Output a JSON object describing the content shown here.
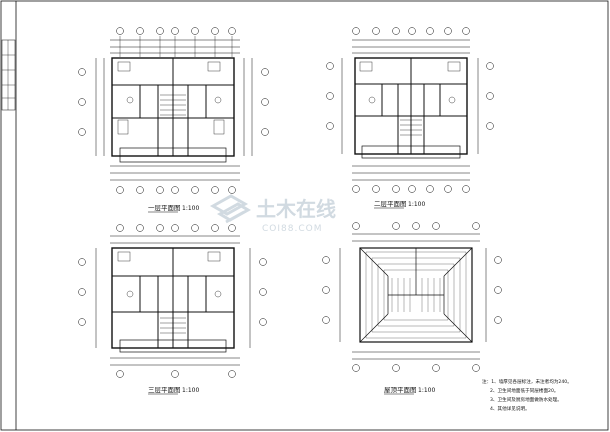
{
  "sheet": {
    "background": "#ffffff",
    "line_color": "#111111",
    "watermark_color": "#c9d4dc"
  },
  "titles": {
    "plan1": "一层平面图",
    "plan2": "二层平面图",
    "plan3": "三层平面图",
    "roof": "屋顶平面图",
    "scale": "1:100"
  },
  "watermark": {
    "brand": "土木在线",
    "site": "COI88.COM"
  },
  "notes": {
    "n1": "注：1、墙厚见各层标注，未注者均为240。",
    "n2": "2、卫生间地面低于同层楼面20。",
    "n3": "3、卫生间及厨房地面做防水处理。",
    "n4": "4、其他详见说明。"
  }
}
